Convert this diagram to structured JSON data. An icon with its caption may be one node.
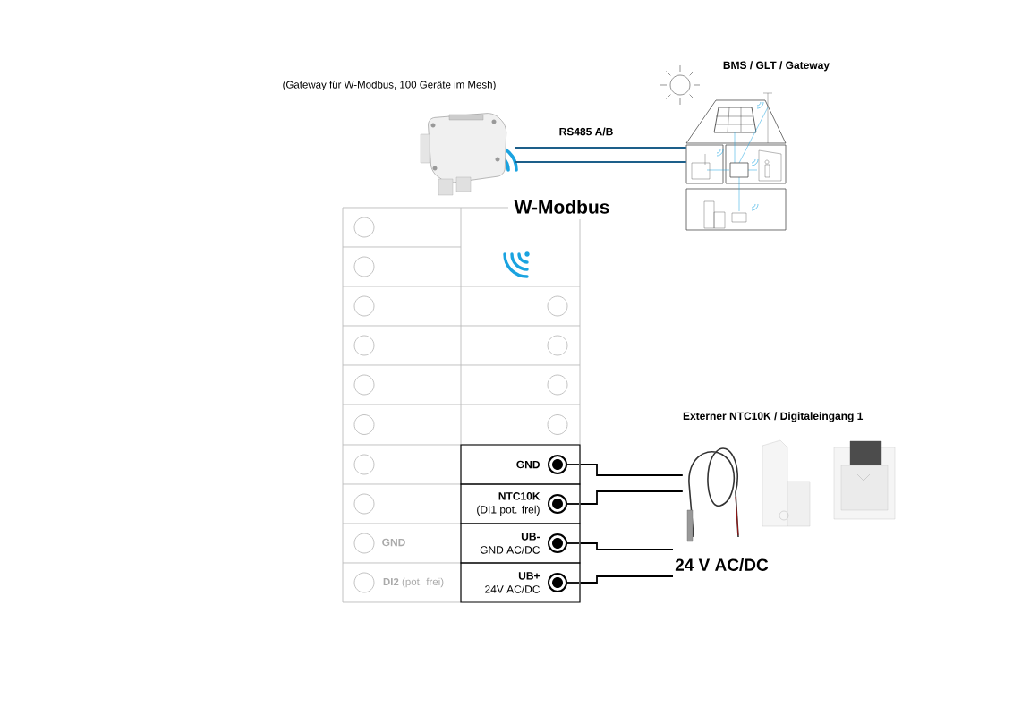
{
  "diagram": {
    "nodes": [
      {
        "text": [
          "(Gateway für W-Modbus, 100 Geräte im Mesh)"
        ]
      },
      {
        "text": [
          "BMS / GLT / Gateway"
        ]
      },
      {
        "text": [
          "GND"
        ]
      },
      {
        "text": [
          "NTC10K",
          "(DI1 pot. frei)"
        ]
      },
      {
        "text": [
          "UB-",
          "GND AC/DC"
        ]
      },
      {
        "text": [
          "UB+",
          "24V AC/DC"
        ]
      },
      {
        "text": [
          "Externer NTC10K / Digitaleingang 1"
        ]
      },
      {
        "text": [
          "24 V AC/DC"
        ]
      }
    ],
    "edges": [
      {
        "from": 0,
        "to": 1,
        "arrow": "none",
        "label": "RS485 A/B",
        "color": "#1d5f8a"
      },
      {
        "from": 0,
        "to": 1,
        "arrow": "none",
        "color": "#1d5f8a"
      },
      {
        "from": 2,
        "to": 6,
        "arrow": "none"
      },
      {
        "from": 3,
        "to": 6,
        "arrow": "none"
      },
      {
        "from": 4,
        "to": 7,
        "arrow": "none"
      },
      {
        "from": 5,
        "to": 7,
        "arrow": "none"
      }
    ],
    "labels": [
      "W-Modbus",
      "GND",
      "**DI2** (pot. frei)"
    ]
  }
}
